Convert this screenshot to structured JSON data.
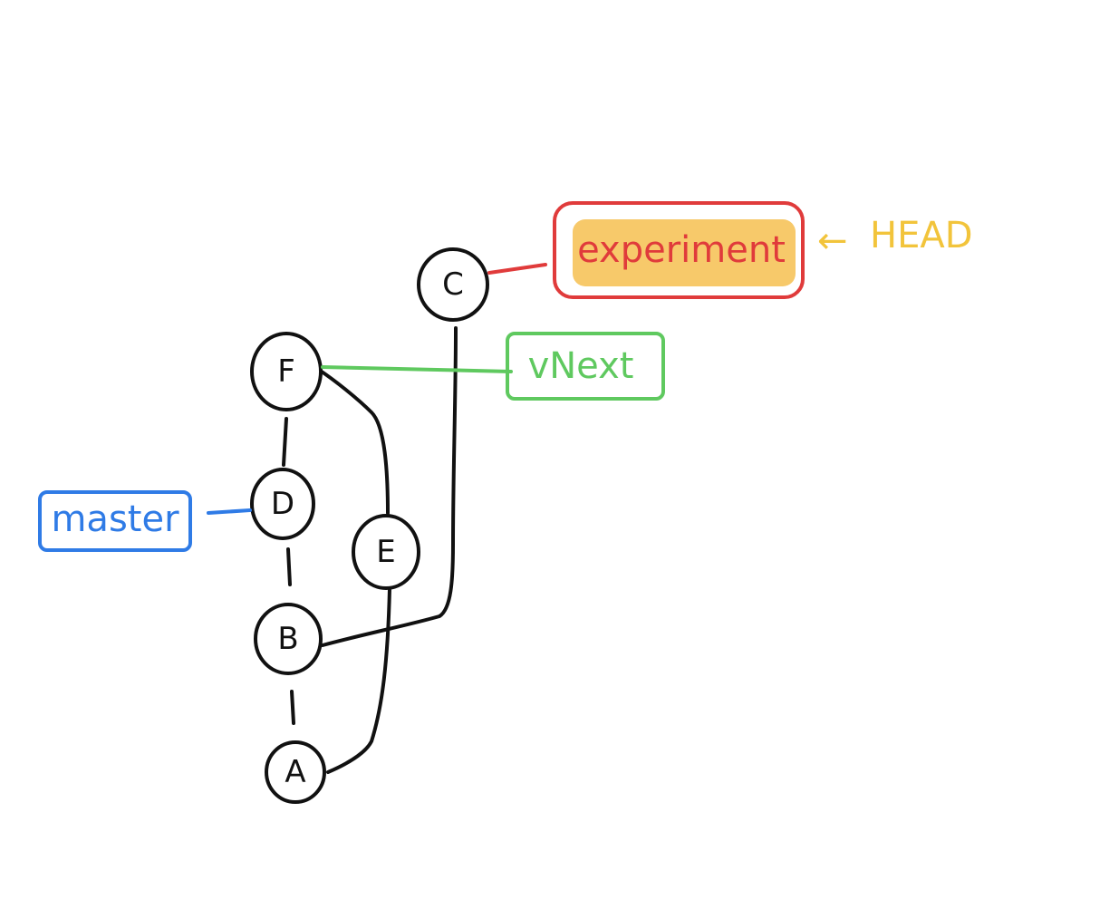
{
  "commits": [
    "A",
    "B",
    "D",
    "F",
    "E",
    "C"
  ],
  "refs": {
    "master": {
      "label": "master",
      "color": "#2f7be6",
      "target": "D"
    },
    "vnext": {
      "label": "vNext",
      "color": "#5fc95f",
      "target": "F"
    },
    "experiment": {
      "label": "experiment",
      "color": "#e03b3b",
      "highlight": "#f7c96a",
      "target": "C"
    }
  },
  "head": {
    "label": "HEAD",
    "arrow": "←",
    "color": "#f2c43b",
    "target": "experiment"
  },
  "edges": [
    [
      "A",
      "B"
    ],
    [
      "B",
      "D"
    ],
    [
      "D",
      "F"
    ],
    [
      "A",
      "E"
    ],
    [
      "E",
      "F"
    ],
    [
      "B",
      "C"
    ]
  ]
}
